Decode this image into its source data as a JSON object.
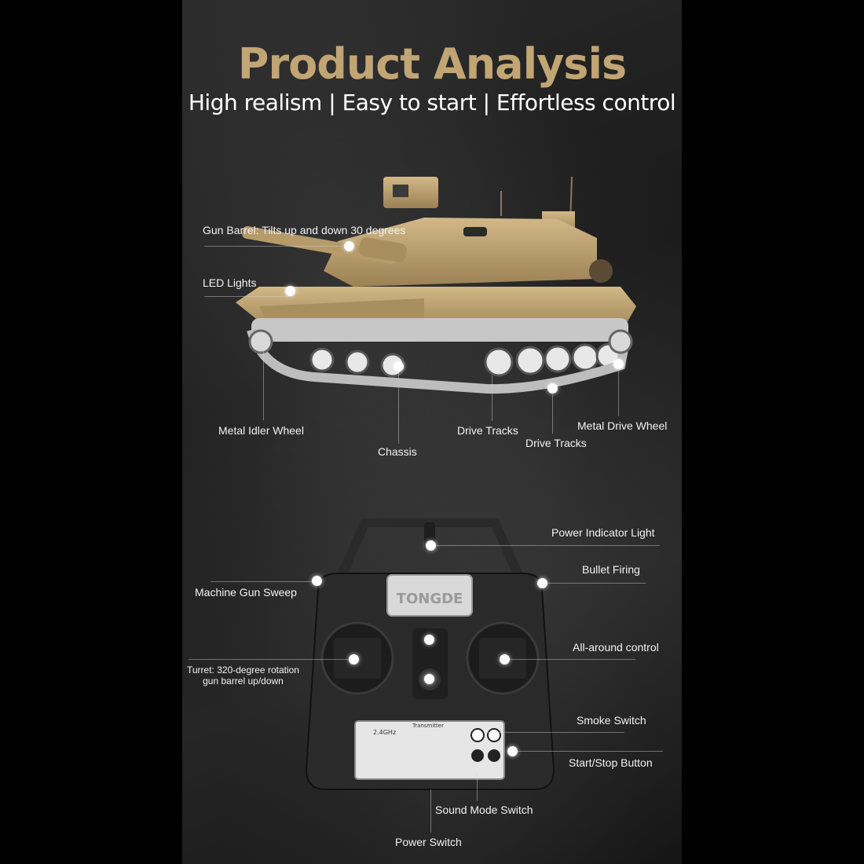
{
  "header": {
    "title": "Product Analysis",
    "subtitle": "High realism | Easy to start | Effortless control"
  },
  "tank_callouts": {
    "gun_barrel": "Gun Barrel: Tilts up and down 30 degrees",
    "led_lights": "LED Lights",
    "metal_idler_wheel": "Metal Idler Wheel",
    "chassis": "Chassis",
    "drive_tracks_1": "Drive Tracks",
    "drive_tracks_2": "Drive Tracks",
    "metal_drive_wheel": "Metal Drive Wheel"
  },
  "transmitter_callouts": {
    "power_indicator_light": "Power Indicator Light",
    "bullet_firing": "Bullet Firing",
    "machine_gun_sweep": "Machine Gun Sweep",
    "all_around_control": "All-around control",
    "turret_line1": "Turret: 320-degree rotation",
    "turret_line2": "gun barrel up/down",
    "smoke_switch": "Smoke Switch",
    "start_stop_button": "Start/Stop Button",
    "sound_mode_switch": "Sound Mode Switch",
    "power_switch": "Power Switch"
  },
  "transmitter": {
    "brand": "TONGDE",
    "frequency": "2.4GHz",
    "panel_label": "Transmitter",
    "colors": {
      "body": "#2a2a2a",
      "label_plate": "#e6e6e6"
    }
  },
  "colors": {
    "title": "#c2a574",
    "tank_body": "#b89c6a",
    "background": "#000000"
  }
}
